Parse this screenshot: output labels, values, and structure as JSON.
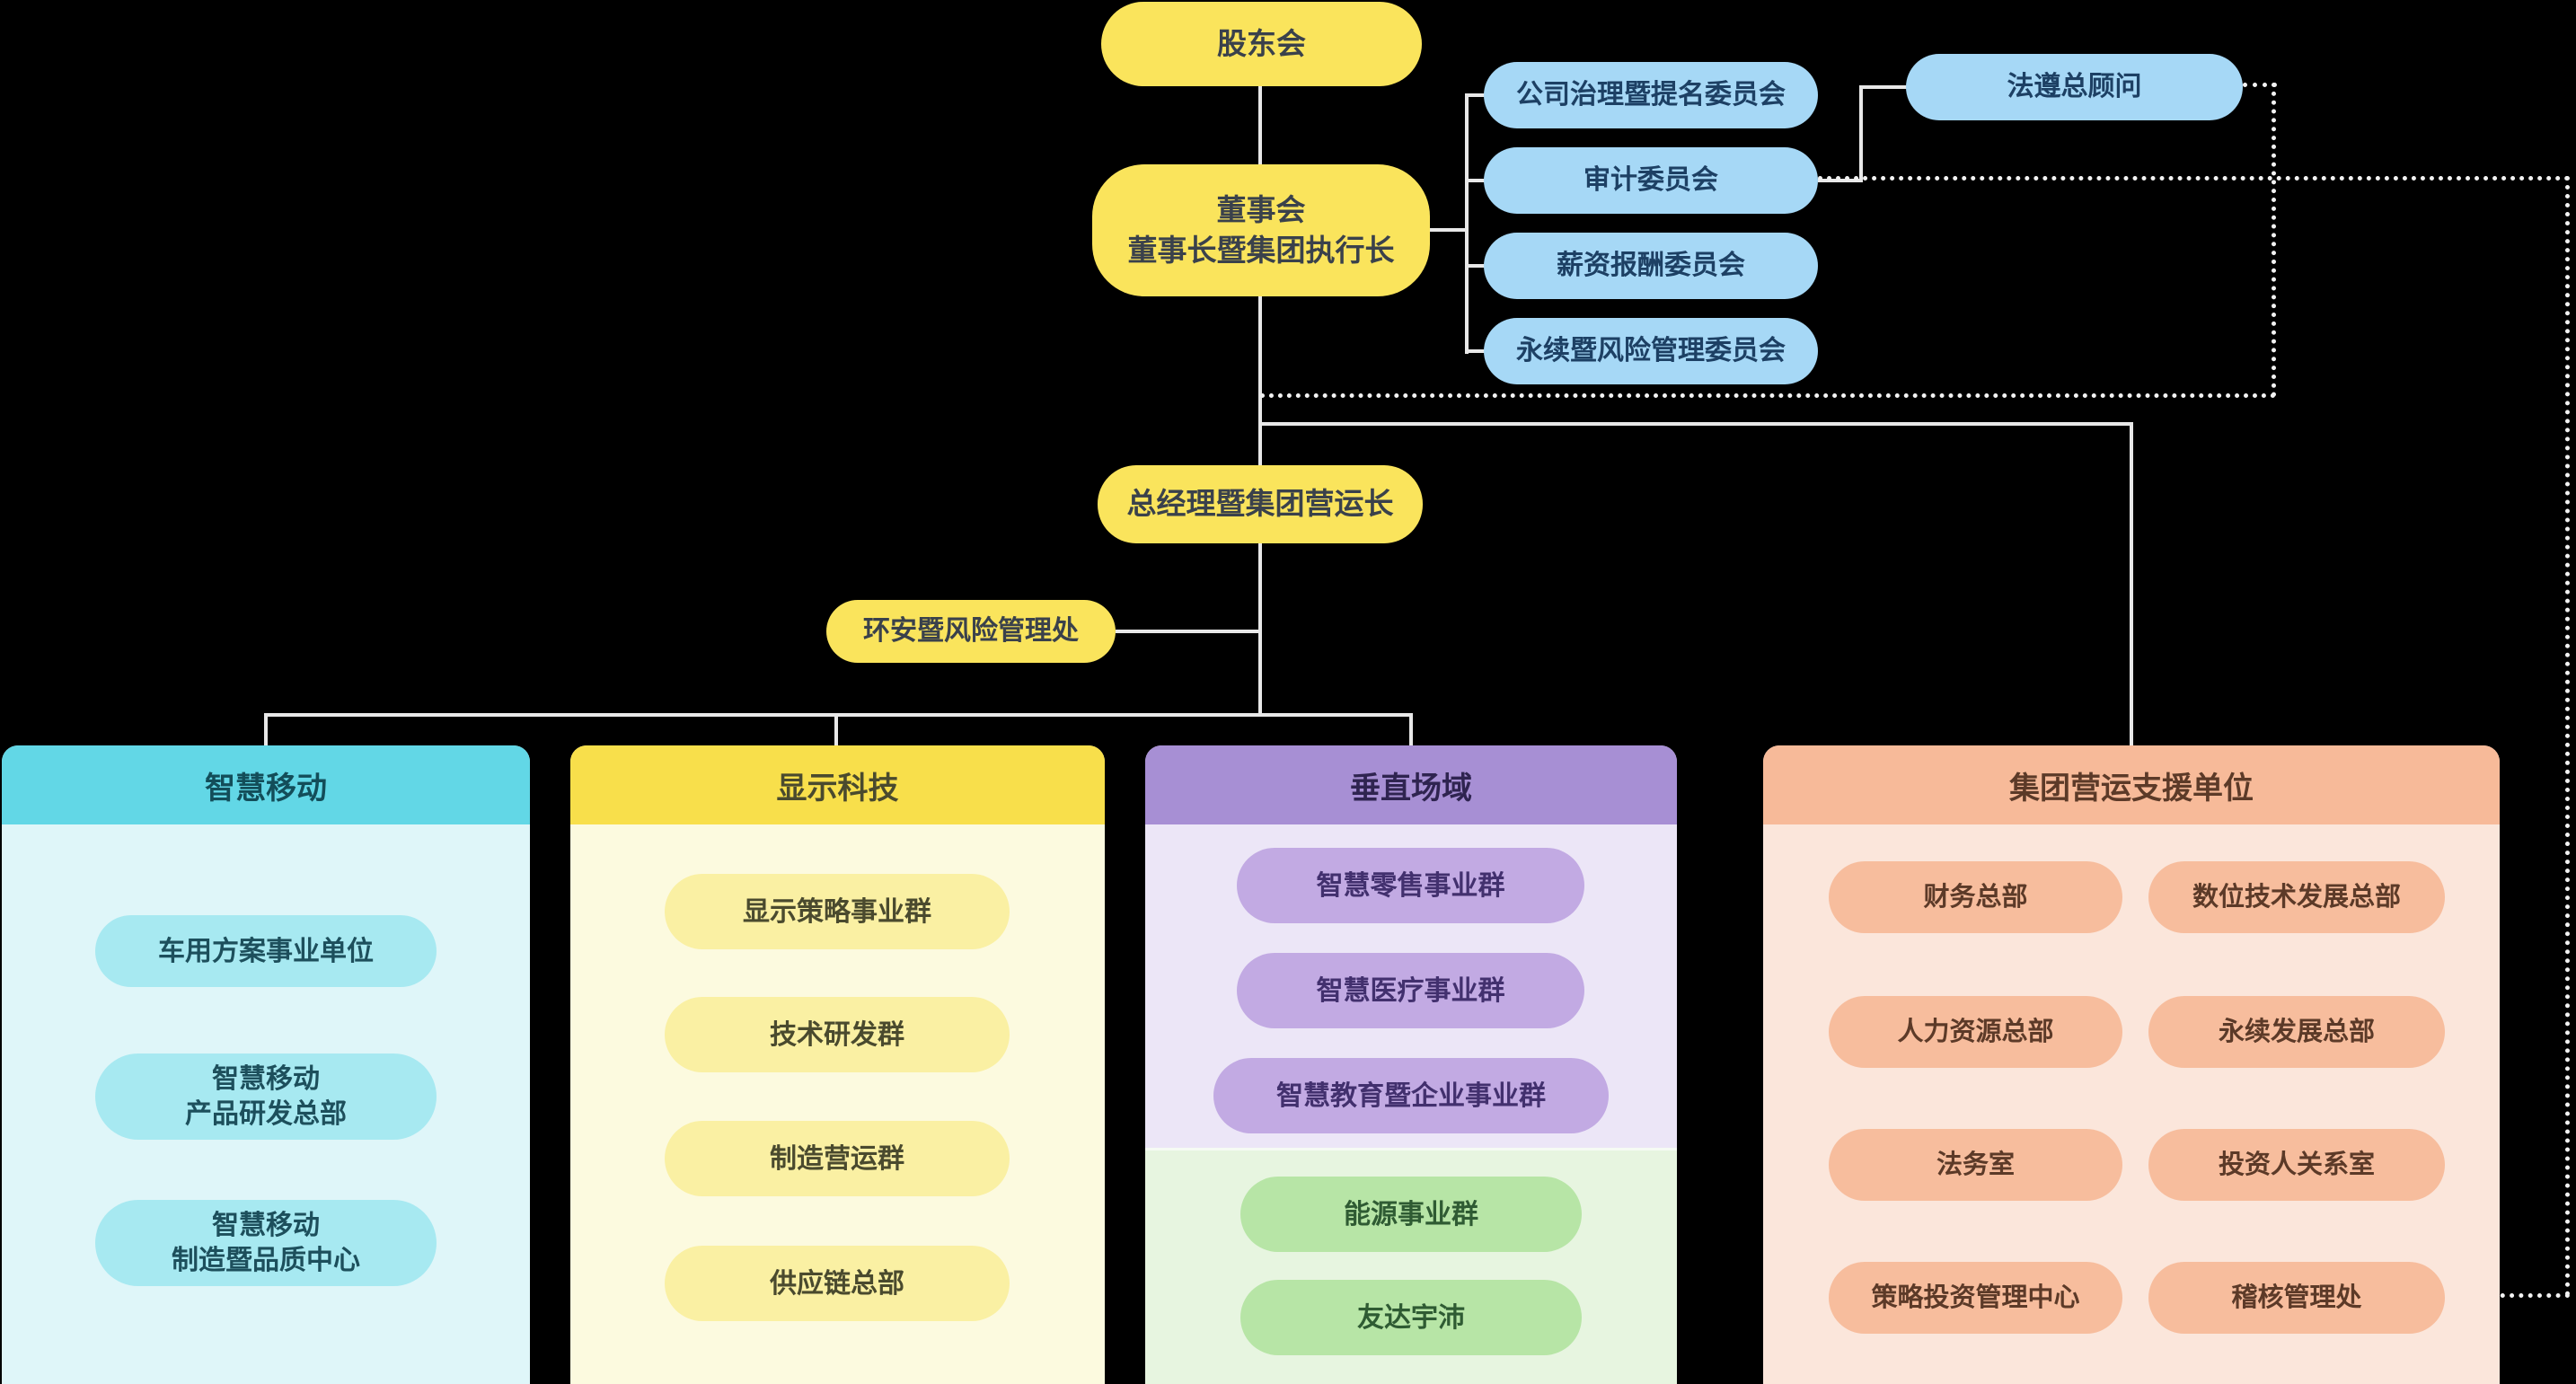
{
  "palette": {
    "background": "#000000",
    "yellow_node": "#FAE45C",
    "blue_node": "#A6D8F6",
    "cyan_header": "#62D7E6",
    "yellow_header": "#F8DF4B",
    "purple_header": "#A78FD4",
    "peach_header": "#F7BA99",
    "green_pill": "#B7E5A6",
    "connector_solid": "#E8E8E8",
    "connector_dotted": "#F2F2F2"
  },
  "org": {
    "shareholders": "股东会",
    "board": "董事会\n董事长暨集团执行长",
    "committees": [
      "公司治理暨提名委员会",
      "审计委员会",
      "薪资报酬委员会",
      "永续暨风险管理委员会"
    ],
    "compliance": "法遵总顾问",
    "coo": "总经理暨集团营运长",
    "ehs": "环安暨风险管理处"
  },
  "groups": {
    "mobility": {
      "title": "智慧移动",
      "items": [
        "车用方案事业单位",
        "智慧移动\n产品研发总部",
        "智慧移动\n制造暨品质中心"
      ]
    },
    "display": {
      "title": "显示科技",
      "items": [
        "显示策略事业群",
        "技术研发群",
        "制造营运群",
        "供应链总部"
      ]
    },
    "vertical": {
      "title": "垂直场域",
      "items": [
        "智慧零售事业群",
        "智慧医疗事业群",
        "智慧教育暨企业事业群"
      ],
      "green_items": [
        "能源事业群",
        "友达宇沛"
      ]
    },
    "support": {
      "title": "集团营运支援单位",
      "left_items": [
        "财务总部",
        "人力资源总部",
        "法务室",
        "策略投资管理中心"
      ],
      "right_items": [
        "数位技术发展总部",
        "永续发展总部",
        "投资人关系室",
        "稽核管理处"
      ]
    }
  }
}
